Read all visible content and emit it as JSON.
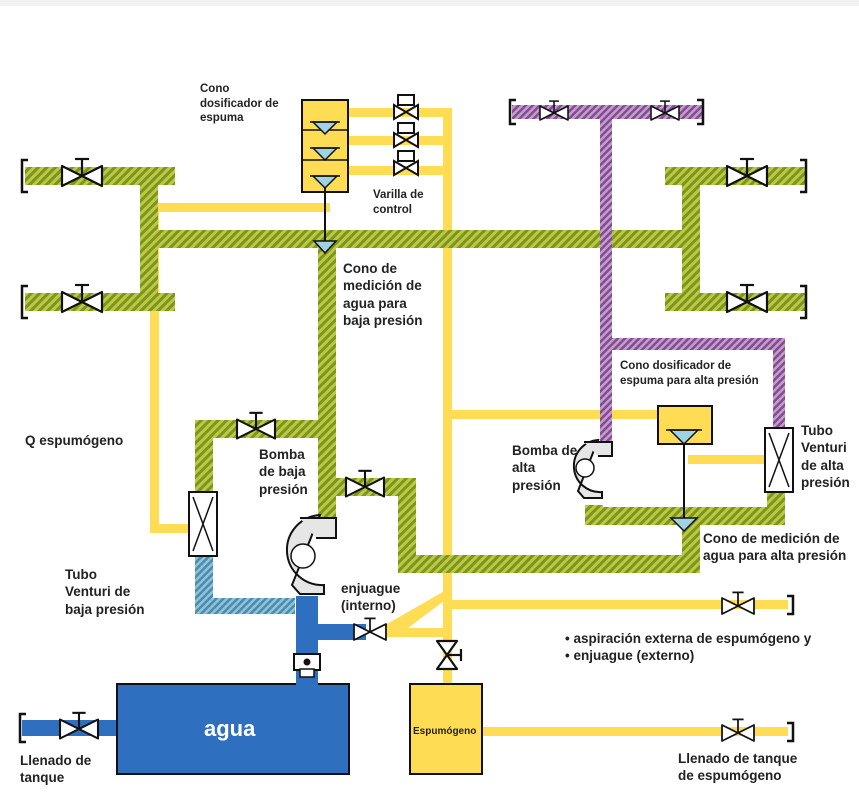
{
  "colors": {
    "green_pipe": "#9aaf2a",
    "purple_pipe": "#9b6aa6",
    "yellow_line": "#fedd55",
    "blue_tank": "#2e6fbf",
    "blue_hatched": "#6aa8c6",
    "foam_tank": "#fedd55"
  },
  "labels": {
    "cono_dosificador_espuma": "Cono\ndosificador de\nespuma",
    "varilla_control": "Varilla de\ncontrol",
    "cono_medicion_baja": "Cono de\nmedición de\nagua para\nbaja presión",
    "cono_dosificador_alta": "Cono dosificador de\nespuma para alta presión",
    "q_espumogeno": "Q espumógeno",
    "bomba_baja": "Bomba\nde baja\npresión",
    "bomba_alta": "Bomba de\nalta\npresión",
    "tubo_venturi_alta": "Tubo\nVenturi\nde alta\npresión",
    "cono_medicion_alta": "Cono de medición de\nagua para alta presión",
    "tubo_venturi_baja": "Tubo\nVenturi de\nbaja presión",
    "enjuague_interno": "enjuague\n(interno)",
    "aspiracion_externa": "• aspiración externa de espumógeno y\n• enjuague (externo)",
    "agua": "agua",
    "espumogeno": "Espumógeno",
    "llenado_tanque": "Llenado de\ntanque",
    "llenado_tanque_espumogeno": "Llenado de tanque\nde espumógeno"
  }
}
